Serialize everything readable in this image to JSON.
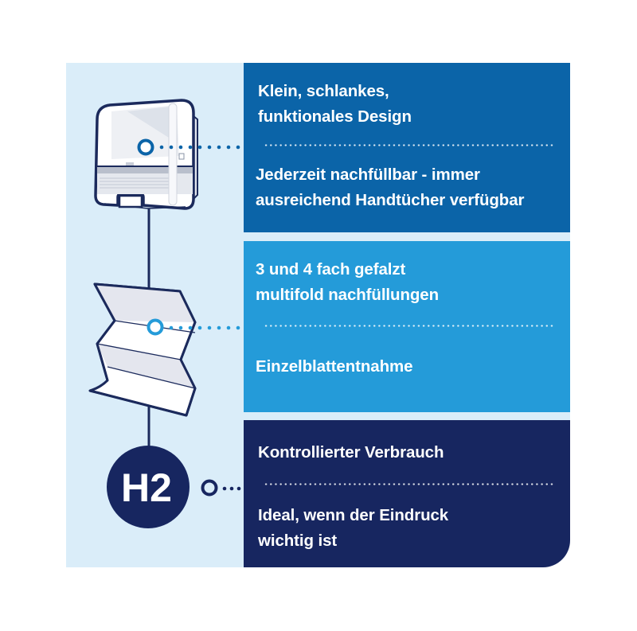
{
  "colors": {
    "background_light": "#daedf9",
    "panel_1": "#0b64a8",
    "panel_2": "#249bd9",
    "panel_3": "#172660",
    "line_navy": "#1b2a5c"
  },
  "features": [
    {
      "icon": "paper-towel-dispenser-icon",
      "top_text": [
        "Klein, schlankes,",
        "funktionales Design"
      ],
      "bottom_text": [
        "Jederzeit nachfüllbar - immer",
        "ausreichend Handtücher verfügbar"
      ]
    },
    {
      "icon": "multifold-towel-icon",
      "top_text": [
        "3 und 4 fach gefalzt",
        "multifold nachfüllungen"
      ],
      "bottom_text": [
        "Einzelblattentnahme"
      ]
    },
    {
      "icon": "h2-system-badge-icon",
      "badge_label": "H2",
      "top_text": [
        "Kontrollierter Verbrauch"
      ],
      "bottom_text": [
        "Ideal, wenn der Eindruck",
        "wichtig ist"
      ]
    }
  ]
}
